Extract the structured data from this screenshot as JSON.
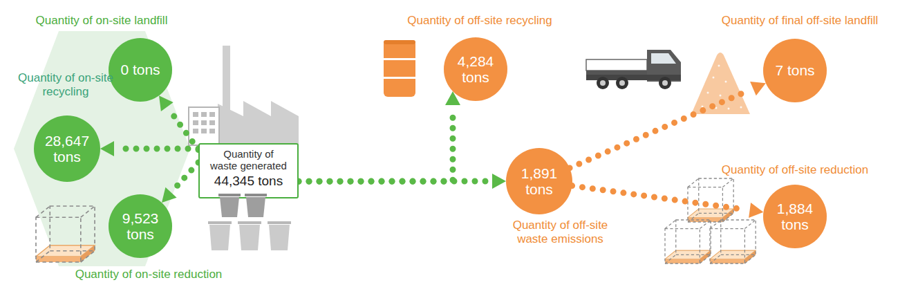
{
  "diagram": {
    "nodes": [
      {
        "text": [
          "Quantity of on-site landfill",
          "0 tons"
        ]
      },
      {
        "text": [
          "Quantity of on-site recycling",
          "28,647 tons"
        ]
      },
      {
        "text": [
          "Quantity of on-site reduction",
          "9,523 tons"
        ]
      },
      {
        "text": [
          "Quantity of waste generated",
          "44,345 tons"
        ]
      },
      {
        "text": [
          "Quantity of off-site recycling",
          "4,284 tons"
        ]
      },
      {
        "text": [
          "Quantity of off-site waste emissions",
          "1,891 tons"
        ]
      },
      {
        "text": [
          "Quantity of final off-site landfill",
          "7 tons"
        ]
      },
      {
        "text": [
          "Quantity of off-site reduction",
          "1,884 tons"
        ]
      }
    ],
    "edges": [
      {
        "from": 3,
        "to": 0,
        "arrow": "to"
      },
      {
        "from": 3,
        "to": 1,
        "arrow": "to"
      },
      {
        "from": 3,
        "to": 2,
        "arrow": "to"
      },
      {
        "from": 3,
        "to": 4,
        "arrow": "to"
      },
      {
        "from": 3,
        "to": 5,
        "arrow": "to"
      },
      {
        "from": 5,
        "to": 6,
        "arrow": "to"
      },
      {
        "from": 5,
        "to": 7,
        "arrow": "to"
      }
    ]
  }
}
